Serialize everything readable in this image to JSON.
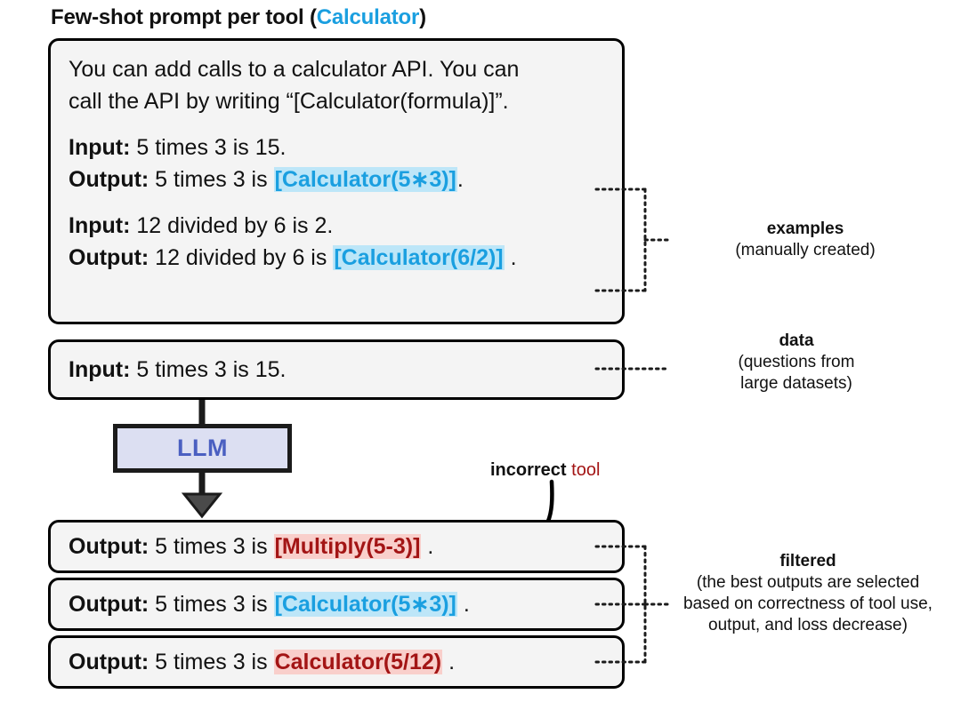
{
  "title": {
    "main": "Few-shot prompt per tool (",
    "tool_name": "Calculator",
    "close": ")"
  },
  "prompt_box": {
    "instruction_line_1": "You can add calls to a calculator API. You can",
    "instruction_line_2": "call the API by writing “[Calculator(formula)]”.",
    "examples": [
      {
        "input_label": "Input:",
        "input_text": " 5 times 3 is 15.",
        "output_label": "Output:",
        "output_prefix": " 5 times 3 is ",
        "output_call": "[Calculator(5∗3)]",
        "output_suffix": "."
      },
      {
        "input_label": "Input:",
        "input_text": " 12 divided by 6 is 2.",
        "output_label": "Output:",
        "output_prefix": " 12 divided by 6 is ",
        "output_call": "[Calculator(6/2)]",
        "output_suffix": " ."
      }
    ]
  },
  "data_box": {
    "label": "Input:",
    "text": " 5 times 3 is 15."
  },
  "llm": {
    "label": "LLM"
  },
  "callout": {
    "incorrect_word": "incorrect",
    "tool_word": " tool"
  },
  "outputs": [
    {
      "label": "Output:",
      "prefix": " 5 times 3 is ",
      "call": "[Multiply(5-3)]",
      "call_style": "red",
      "suffix": " ."
    },
    {
      "label": "Output:",
      "prefix": " 5 times 3 is ",
      "call": "[Calculator(5∗3)]",
      "call_style": "blue",
      "suffix": " ."
    },
    {
      "label": "Output:",
      "prefix": " 5 times 3 is ",
      "call": "Calculator(5/12)",
      "call_style": "red",
      "suffix": " ."
    }
  ],
  "annotations": {
    "examples": {
      "heading": "examples",
      "body_line_1": "(manually created)"
    },
    "data": {
      "heading": "data",
      "body_line_1": "(questions from",
      "body_line_2": "large datasets)"
    },
    "filtered": {
      "heading": "filtered",
      "body_line_1": "(the best outputs are selected",
      "body_line_2": "based on correctness of tool use,",
      "body_line_3": "output, and loss decrease)"
    }
  },
  "colors": {
    "accent_blue": "#1a9fe0",
    "highlight_blue": "#bde6f8",
    "accent_red": "#a31515",
    "highlight_red": "#f9cfcb",
    "llm_fill": "#dcdff2",
    "llm_text": "#4a5fc1",
    "panel_fill": "#f4f4f4"
  }
}
